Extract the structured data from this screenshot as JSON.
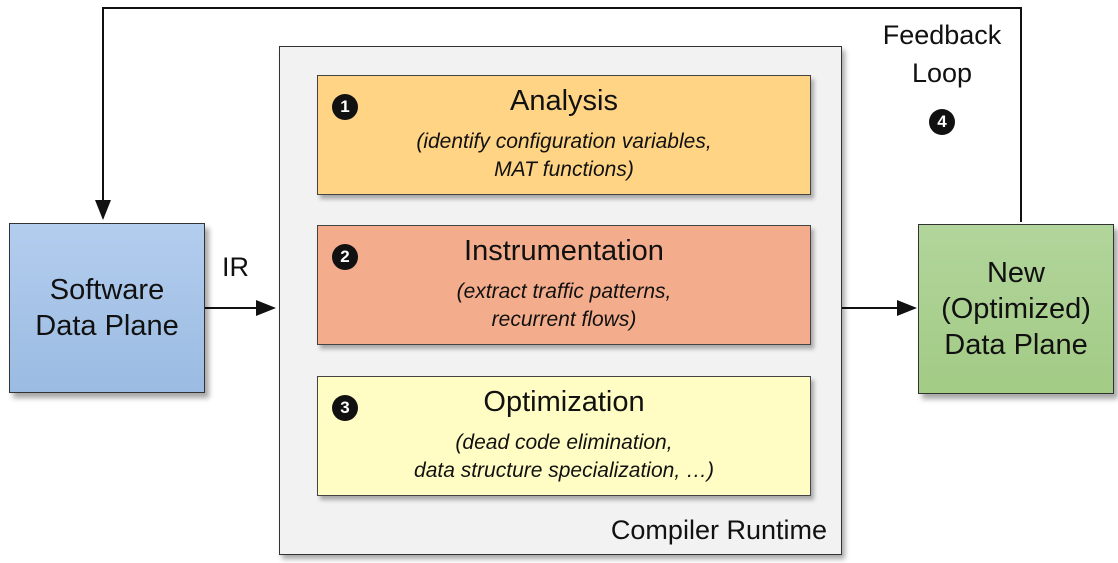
{
  "colors": {
    "source_box": "#a9c4e6",
    "target_box": "#a8d08d",
    "runtime_box": "#f2f2f2",
    "analysis": "#ffd484",
    "instrumentation": "#f4ad8c",
    "optimization": "#fffdc4"
  },
  "source": {
    "line1": "Software",
    "line2": "Data Plane"
  },
  "target": {
    "line1": "New",
    "line2": "(Optimized)",
    "line3": "Data Plane"
  },
  "edge_label": "IR",
  "runtime_label": "Compiler Runtime",
  "feedback": {
    "line1": "Feedback",
    "line2": "Loop",
    "badge": "4"
  },
  "stages": [
    {
      "badge": "1",
      "title": "Analysis",
      "desc1": "(identify configuration variables,",
      "desc2": "MAT functions)"
    },
    {
      "badge": "2",
      "title": "Instrumentation",
      "desc1": "(extract traffic patterns,",
      "desc2": "recurrent flows)"
    },
    {
      "badge": "3",
      "title": "Optimization",
      "desc1": "(dead code elimination,",
      "desc2": "data structure specialization, …)"
    }
  ]
}
